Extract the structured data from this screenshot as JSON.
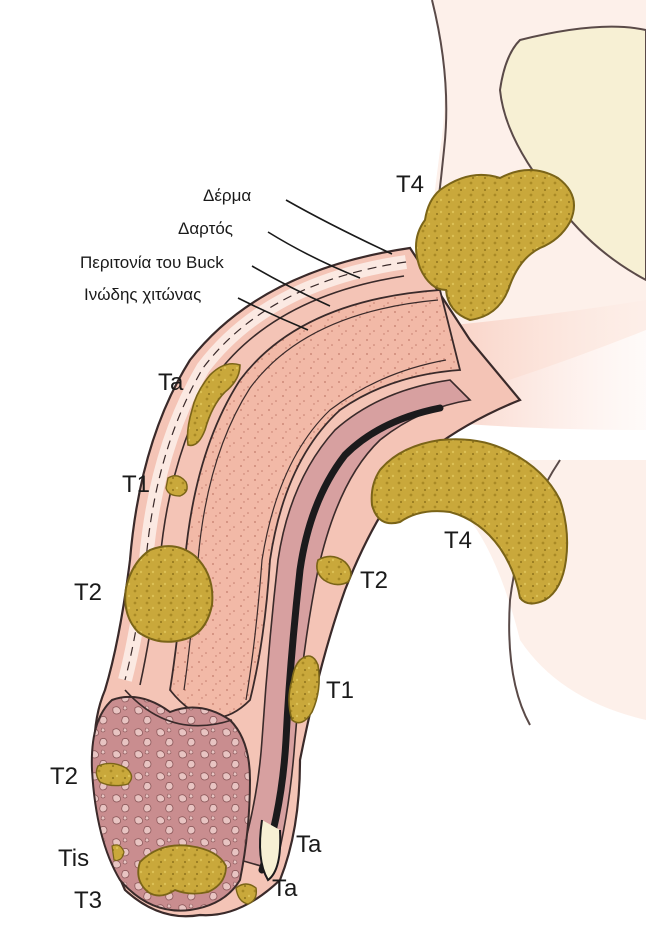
{
  "colors": {
    "background": "#ffffff",
    "skin_pink": "#f7cfc2",
    "corpus_pink": "#f1b3a2",
    "glans_mauve": "#c98d8f",
    "urethra_dark": "#1b1a1c",
    "tumor_olive": "#c9a83b",
    "tumor_outline": "#7a6418",
    "thigh_cream": "#f7f0d4",
    "outline": "#3a2a2a"
  },
  "layer_labels": [
    {
      "id": "skin",
      "text": "Δέρμα"
    },
    {
      "id": "dartos",
      "text": "Δαρτός"
    },
    {
      "id": "buck",
      "text": "Περιτονία του Buck"
    },
    {
      "id": "tunica",
      "text": "Ινώδης χιτώνας"
    }
  ],
  "stage_labels": [
    {
      "id": "t4-top",
      "text": "T4"
    },
    {
      "id": "ta-upper",
      "text": "Ta"
    },
    {
      "id": "t1-left",
      "text": "T1"
    },
    {
      "id": "t2-left",
      "text": "T2"
    },
    {
      "id": "t4-right",
      "text": "T4"
    },
    {
      "id": "t2-right",
      "text": "T2"
    },
    {
      "id": "t1-right",
      "text": "T1"
    },
    {
      "id": "t2-glans",
      "text": "T2"
    },
    {
      "id": "tis",
      "text": "Tis"
    },
    {
      "id": "t3",
      "text": "T3"
    },
    {
      "id": "ta-lower-1",
      "text": "Ta"
    },
    {
      "id": "ta-lower-2",
      "text": "Ta"
    }
  ]
}
